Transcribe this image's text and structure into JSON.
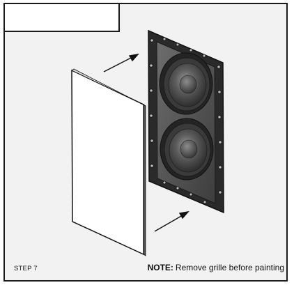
{
  "figure": {
    "step_label": "STEP 7",
    "note_prefix": "NOTE:",
    "note_text": "Remove grille before painting"
  },
  "icons": [
    "arrow-up-right-icon",
    "arrow-up-right-icon"
  ],
  "colors": {
    "frame_border": "#1a1a1a",
    "background": "#f2f2f2",
    "speaker_body": "#2b2b2b",
    "grille": "#ffffff"
  }
}
